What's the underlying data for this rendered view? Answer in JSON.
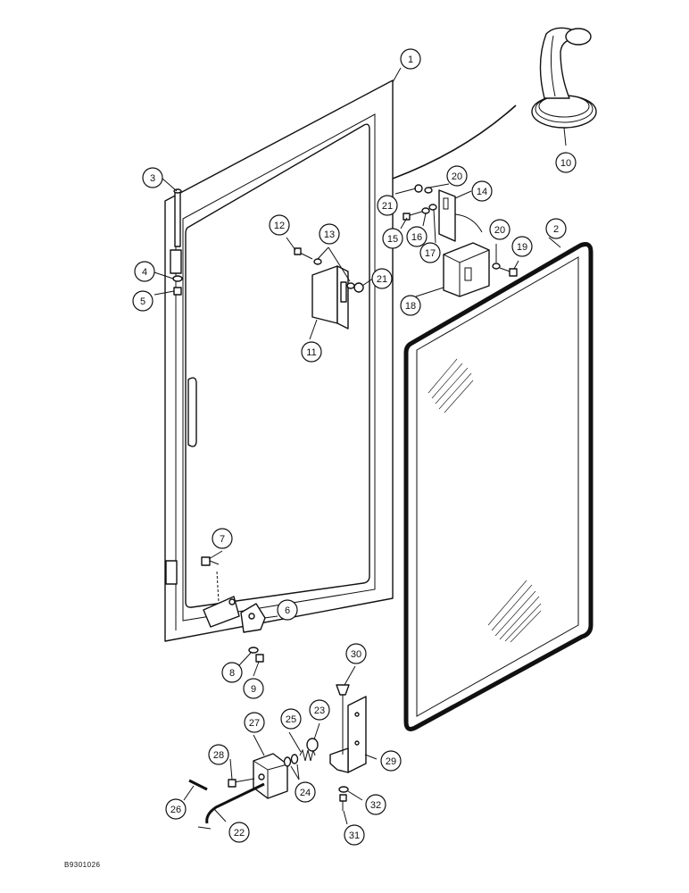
{
  "reference_code": "B9301026",
  "callouts": [
    {
      "label": "1"
    },
    {
      "label": "2"
    },
    {
      "label": "3"
    },
    {
      "label": "4"
    },
    {
      "label": "5"
    },
    {
      "label": "6"
    },
    {
      "label": "7"
    },
    {
      "label": "8"
    },
    {
      "label": "9"
    },
    {
      "label": "10"
    },
    {
      "label": "11"
    },
    {
      "label": "12"
    },
    {
      "label": "13"
    },
    {
      "label": "14"
    },
    {
      "label": "15"
    },
    {
      "label": "16"
    },
    {
      "label": "17"
    },
    {
      "label": "18"
    },
    {
      "label": "19"
    },
    {
      "label": "20"
    },
    {
      "label": "20"
    },
    {
      "label": "21"
    },
    {
      "label": "21"
    },
    {
      "label": "22"
    },
    {
      "label": "23"
    },
    {
      "label": "24"
    },
    {
      "label": "25"
    },
    {
      "label": "26"
    },
    {
      "label": "27"
    },
    {
      "label": "28"
    },
    {
      "label": "29"
    },
    {
      "label": "30"
    },
    {
      "label": "31"
    },
    {
      "label": "32"
    }
  ]
}
